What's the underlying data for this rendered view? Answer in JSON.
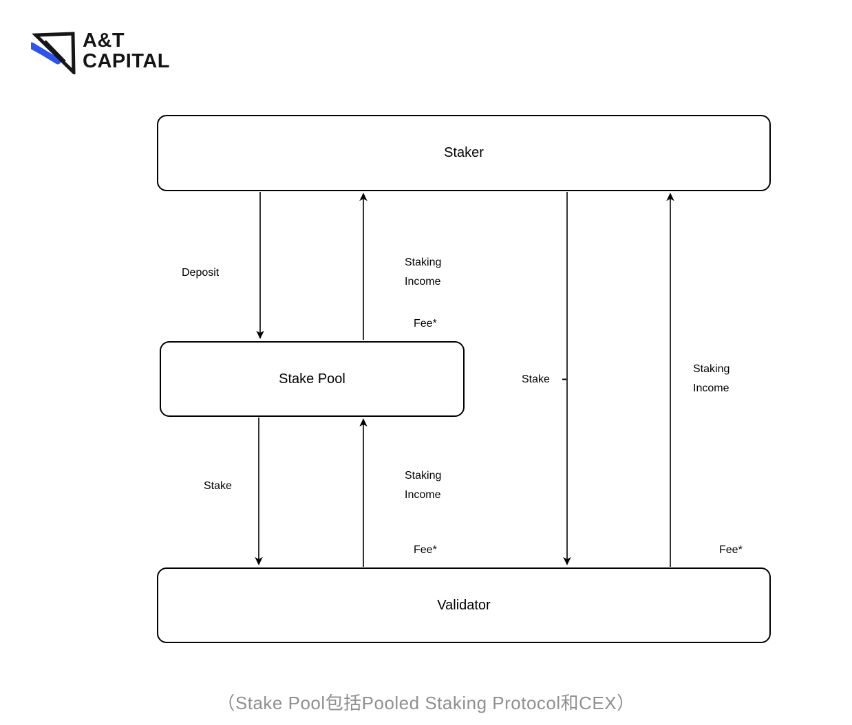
{
  "logo": {
    "line1": "A&T",
    "line2": "CAPITAL",
    "icon": "at-capital-triangle-icon",
    "accent_color": "#2f54eb",
    "text_color": "#141414"
  },
  "diagram": {
    "nodes": [
      {
        "id": "staker",
        "label": "Staker"
      },
      {
        "id": "stake-pool",
        "label": "Stake Pool"
      },
      {
        "id": "validator",
        "label": "Validator"
      }
    ],
    "edges": [
      {
        "from": "Staker",
        "to": "Stake Pool",
        "direction": "down",
        "label": "Deposit"
      },
      {
        "from": "Stake Pool",
        "to": "Staker",
        "direction": "up",
        "label": "Staking\nIncome",
        "fee_label": "Fee*"
      },
      {
        "from": "Stake Pool",
        "to": "Validator",
        "direction": "down",
        "label": "Stake"
      },
      {
        "from": "Validator",
        "to": "Stake Pool",
        "direction": "up",
        "label": "Staking\nIncome",
        "fee_label": "Fee*"
      },
      {
        "from": "Staker",
        "to": "Validator",
        "direction": "down",
        "label": "Stake"
      },
      {
        "from": "Validator",
        "to": "Staker",
        "direction": "up",
        "label": "Staking\nIncome",
        "fee_label": "Fee*"
      }
    ],
    "line_color": "#000000",
    "box_border_color": "#000000",
    "box_fill_color": "#ffffff"
  },
  "caption": {
    "text": "（Stake Pool包括Pooled Staking Protocol和CEX）",
    "color": "#8f8f8f"
  }
}
